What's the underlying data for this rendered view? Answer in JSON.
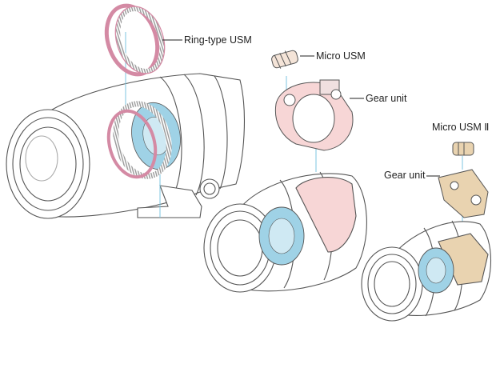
{
  "labels": {
    "ring_usm": "Ring-type USM",
    "micro_usm": "Micro USM",
    "gear_unit_1": "Gear unit",
    "micro_usm_2": "Micro USM Ⅱ",
    "gear_unit_2": "Gear unit"
  },
  "colors": {
    "ring": "#d48aa4",
    "ring_fill": "#f4d8e2",
    "gear_fill": "#f7d6d6",
    "aperture": "#9fd2e6",
    "guide_line": "#7cc6e0",
    "gear2_fill": "#e9d3b0",
    "outline": "#555555"
  }
}
